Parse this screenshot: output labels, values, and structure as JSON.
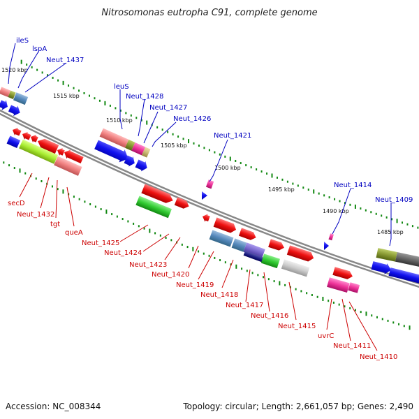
{
  "title": "Nitrosomonas eutropha C91, complete genome",
  "footer": {
    "accession": "Accession: NC_008344",
    "summary": "Topology: circular; Length: 2,661,057 bp; Genes: 2,490"
  },
  "scale_labels": [
    "1520 kbp",
    "1515 kbp",
    "1510 kbp",
    "1505 kbp",
    "1500 kbp",
    "1495 kbp",
    "1490 kbp",
    "1485 kbp"
  ],
  "forward_gene_labels": [
    "ileS",
    "lspA",
    "Neut_1437",
    "leuS",
    "Neut_1428",
    "Neut_1427",
    "Neut_1426",
    "Neut_1421",
    "Neut_1414",
    "Neut_1409"
  ],
  "reverse_gene_labels": [
    "secD",
    "Neut_1432",
    "tgt",
    "queA",
    "Neut_1425",
    "Neut_1424",
    "Neut_1423",
    "Neut_1420",
    "Neut_1419",
    "Neut_1418",
    "Neut_1417",
    "Neut_1416",
    "Neut_1415",
    "uvrC",
    "Neut_1411",
    "Neut_1410"
  ],
  "colors": {
    "forward_label": "#0000c0",
    "reverse_label": "#cc0000",
    "cds_red": "#ee1111",
    "cds_blue": "#1111ee",
    "rna_pink": "#ee3399",
    "tick_green": "#118811",
    "backbone": "#666666"
  }
}
